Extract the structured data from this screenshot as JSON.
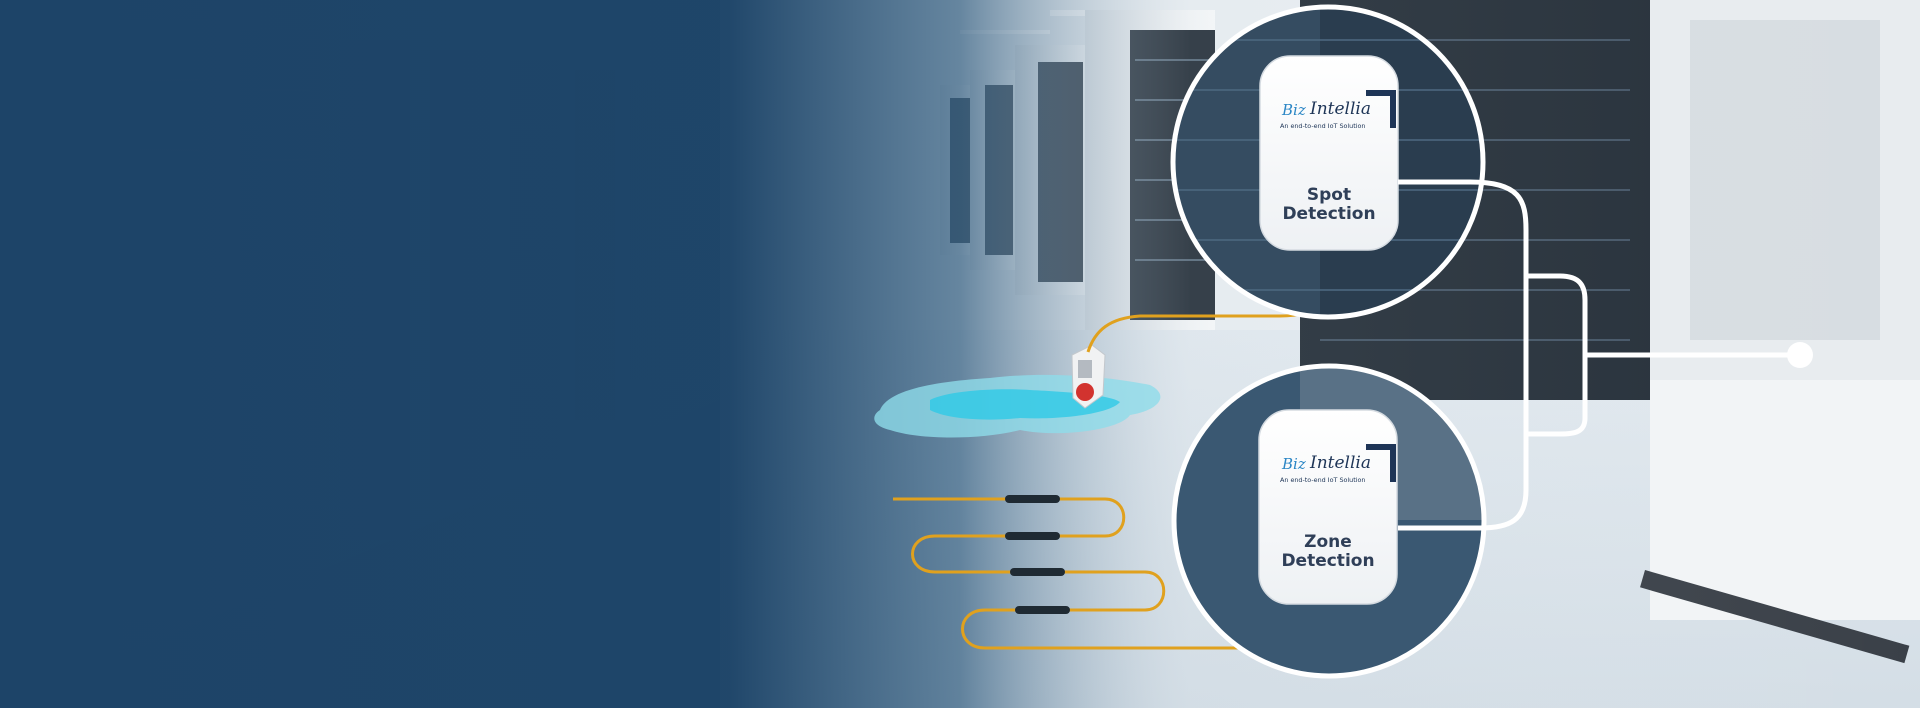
{
  "scene": {
    "description_alt": "",
    "devices": {
      "spot": {
        "brand_biz": "Biz",
        "brand_intellia": "Intellia",
        "tagline": "An end-to-end IoT Solution",
        "label": "Spot\nDetection"
      },
      "zone": {
        "brand_biz": "Biz",
        "brand_intellia": "Intellia",
        "tagline": "An end-to-end IoT Solution",
        "label": "Zone\nDetection"
      }
    },
    "colors": {
      "navy": "#1d4468",
      "cable": "#e0a11e",
      "water": "#2ec9e6",
      "line": "#ffffff"
    }
  }
}
